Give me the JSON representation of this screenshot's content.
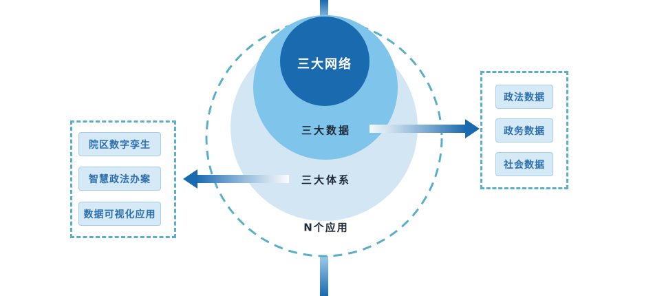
{
  "center": {
    "network_label": "三大网络",
    "data_label": "三大数据",
    "system_label": "三大体系",
    "apps_label": "N个应用"
  },
  "left_panel": {
    "items": [
      {
        "label": "院区数字孪生"
      },
      {
        "label": "智慧政法办案"
      },
      {
        "label": "数据可视化应用"
      }
    ]
  },
  "right_panel": {
    "items": [
      {
        "label": "政法数据"
      },
      {
        "label": "政务数据"
      },
      {
        "label": "社会数据"
      }
    ]
  },
  "colors": {
    "outer_dashed_ring": "#5aafc8",
    "system_circle": "#d3e6f3",
    "data_circle": "#7fc4ea",
    "network_circle": "#1a6ab0",
    "arrow_dark": "#1a6ab0",
    "box_fill": "#d6e9f6",
    "box_text": "#2c6fae"
  }
}
